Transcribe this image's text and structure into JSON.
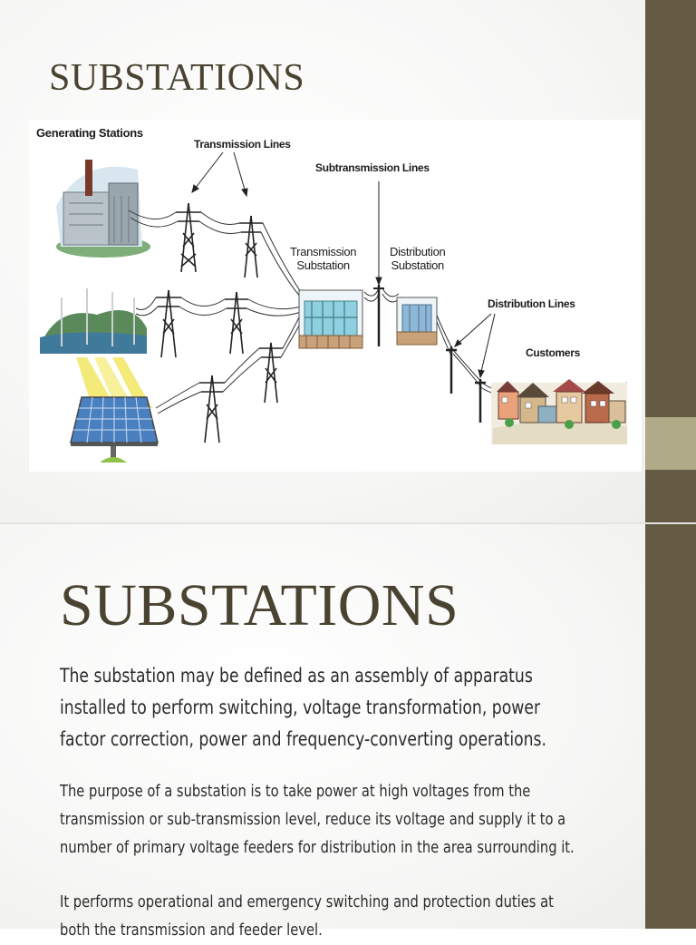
{
  "slide1": {
    "title": "SUBSTATIONS",
    "diagram": {
      "labels": {
        "generating_stations": "Generating Stations",
        "transmission_lines": "Transmission Lines",
        "subtransmission_lines": "Subtransmission Lines",
        "transmission_substation": "Transmission\nSubstation",
        "distribution_substation": "Distribution\nSubstation",
        "distribution_lines": "Distribution Lines",
        "customers": "Customers"
      }
    }
  },
  "slide2": {
    "title": "SUBSTATIONS",
    "paragraph1": "The substation may be defined as an assembly of apparatus\ninstalled to perform switching, voltage transformation, power\nfactor correction, power and frequency-converting operations.",
    "paragraph2": "The purpose of a substation is to take power at high voltages from the\ntransmission or sub-transmission level, reduce its voltage and supply it to a\nnumber of primary voltage feeders for distribution in the area surrounding it.",
    "paragraph3": "It performs operational and emergency switching and protection duties at\nboth the transmission and feeder level."
  },
  "colors": {
    "band": "#655b44",
    "accent": "#b1aa88",
    "title": "#4a4331"
  }
}
